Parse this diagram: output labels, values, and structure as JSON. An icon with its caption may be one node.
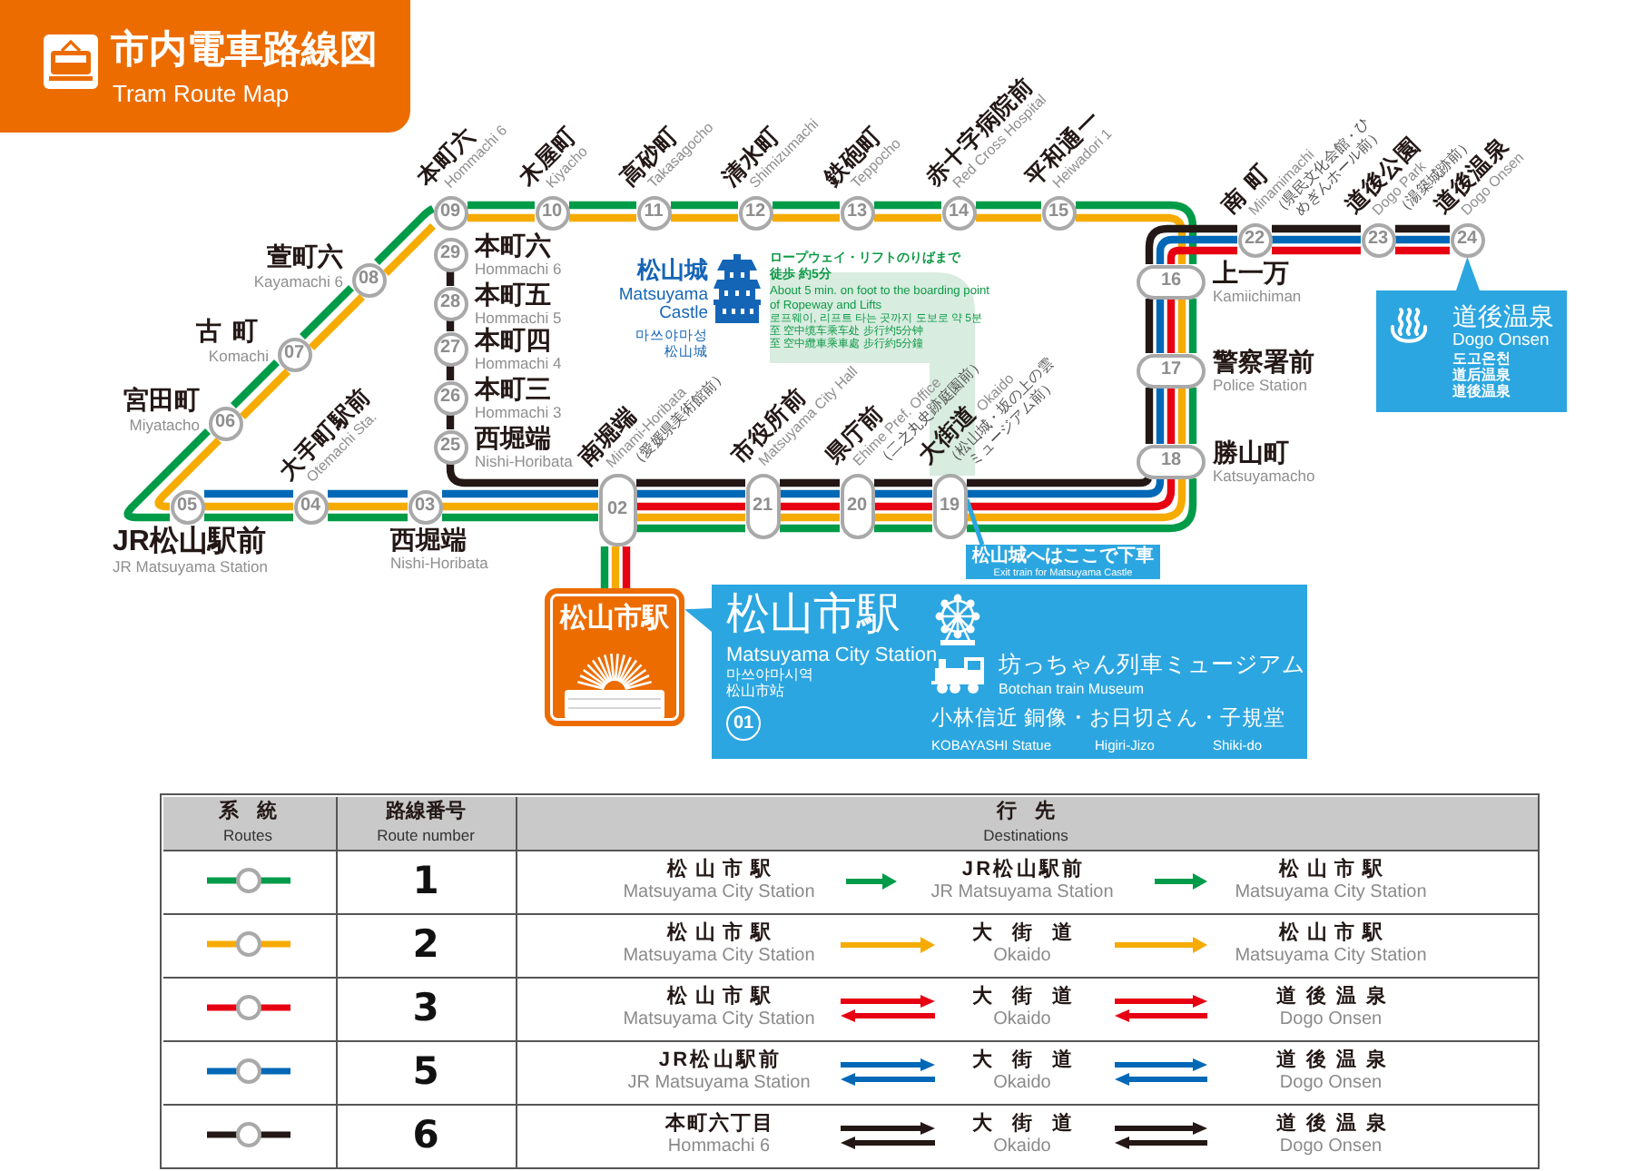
{
  "diagram": {
    "title": "市内電車路線図",
    "nodes": [
      {
        "text": [
          "松山市駅"
        ]
      },
      {
        "text": [
          "02"
        ],
        "beside": [
          "南堀端",
          "Minami-Horibata",
          "（愛媛県美術館前）"
        ]
      },
      {
        "text": [
          "03"
        ],
        "beside": [
          "西堀端",
          "Nishi-Horibata"
        ]
      },
      {
        "text": [
          "04"
        ],
        "beside": [
          "大手町駅前",
          "Otemachi Sta."
        ]
      },
      {
        "text": [
          "05"
        ],
        "beside": [
          "JR松山駅前",
          "JR Matsuyama Station"
        ]
      },
      {
        "text": [
          "06"
        ],
        "beside": [
          "宮田町",
          "Miyatacho"
        ]
      },
      {
        "text": [
          "07"
        ],
        "beside": [
          "古町",
          "Komachi"
        ]
      },
      {
        "text": [
          "08"
        ],
        "beside": [
          "萱町六",
          "Kayamachi 6"
        ]
      },
      {
        "text": [
          "09"
        ],
        "beside": [
          "本町六",
          "Hommachi 6"
        ]
      },
      {
        "text": [
          "10"
        ],
        "beside": [
          "木屋町",
          "Kiyacho"
        ]
      },
      {
        "text": [
          "11"
        ],
        "beside": [
          "高砂町",
          "Takasagocho"
        ]
      },
      {
        "text": [
          "12"
        ],
        "beside": [
          "清水町",
          "Shimizumachi"
        ]
      },
      {
        "text": [
          "13"
        ],
        "beside": [
          "鉄砲町",
          "Teppocho"
        ]
      },
      {
        "text": [
          "14"
        ],
        "beside": [
          "赤十字病院前",
          "Red Cross Hospital"
        ]
      },
      {
        "text": [
          "15"
        ],
        "beside": [
          "平和通一",
          "Heiwadori 1"
        ]
      },
      {
        "text": [
          "16"
        ],
        "beside": [
          "上一万",
          "Kamiichiman"
        ]
      },
      {
        "text": [
          "17"
        ],
        "beside": [
          "警察署前",
          "Police Station"
        ]
      },
      {
        "text": [
          "18"
        ],
        "beside": [
          "勝山町",
          "Katsuyamacho"
        ]
      },
      {
        "text": [
          "19"
        ],
        "beside": [
          "大街道",
          "Okaido",
          "（松山城・坂の上の雲ミュージアム前）"
        ]
      },
      {
        "text": [
          "20"
        ],
        "beside": [
          "県庁前",
          "Ehime Pref. Office",
          "（二之丸史跡庭園前）"
        ]
      },
      {
        "text": [
          "21"
        ],
        "beside": [
          "市役所前",
          "Matsuyama City Hall"
        ]
      },
      {
        "text": [
          "22"
        ],
        "beside": [
          "南町",
          "Minamimachi",
          "（県民文化会館・ひめぎんホール前）"
        ]
      },
      {
        "text": [
          "23"
        ],
        "beside": [
          "道後公園",
          "Dogo Park",
          "（湯築城跡前）"
        ]
      },
      {
        "text": [
          "24"
        ],
        "beside": [
          "道後温泉",
          "Dogo Onsen"
        ]
      },
      {
        "text": [
          "25"
        ],
        "beside": [
          "西堀端",
          "Nishi-Horibata"
        ]
      },
      {
        "text": [
          "26"
        ],
        "beside": [
          "本町三",
          "Hommachi 3"
        ]
      },
      {
        "text": [
          "27"
        ],
        "beside": [
          "本町四",
          "Hommachi 4"
        ]
      },
      {
        "text": [
          "28"
        ],
        "beside": [
          "本町五",
          "Hommachi 5"
        ]
      },
      {
        "text": [
          "29"
        ],
        "beside": [
          "本町六",
          "Hommachi 6"
        ]
      },
      {
        "text": [
          "松山市駅",
          "Matsuyama City Station",
          "마쓰야마시역",
          "松山市站",
          "01",
          "坊っちゃん列車ミュージアム",
          "Botchan train Museum",
          "小林信近 銅像・お日切さん・子規堂",
          "KOBAYASHI Statue",
          "Higiri-Jizo",
          "Shiki-do"
        ]
      },
      {
        "text": [
          "道後温泉",
          "Dogo Onsen",
          "도고온천",
          "道后温泉",
          "道後温泉"
        ]
      },
      {
        "text": [
          "松山城へはここで下車",
          "Exit train for Matsuyama Castle"
        ]
      }
    ],
    "edges": [
      {
        "from": 1,
        "to": 2,
        "arrow": "none",
        "color": "#009b48"
      },
      {
        "from": 2,
        "to": 3,
        "arrow": "none",
        "color": "#009b48"
      },
      {
        "from": 3,
        "to": 4,
        "arrow": "none",
        "color": "#009b48"
      },
      {
        "from": 4,
        "to": 5,
        "arrow": "none",
        "color": "#009b48"
      },
      {
        "from": 5,
        "to": 6,
        "arrow": "none",
        "color": "#009b48"
      },
      {
        "from": 6,
        "to": 7,
        "arrow": "none",
        "color": "#009b48"
      },
      {
        "from": 7,
        "to": 8,
        "arrow": "none",
        "color": "#009b48"
      },
      {
        "from": 8,
        "to": 9,
        "arrow": "none",
        "color": "#009b48"
      },
      {
        "from": 9,
        "to": 10,
        "arrow": "none",
        "color": "#009b48"
      },
      {
        "from": 10,
        "to": 11,
        "arrow": "none",
        "color": "#009b48"
      },
      {
        "from": 11,
        "to": 12,
        "arrow": "none",
        "color": "#009b48"
      },
      {
        "from": 12,
        "to": 13,
        "arrow": "none",
        "color": "#009b48"
      },
      {
        "from": 13,
        "to": 14,
        "arrow": "none",
        "color": "#009b48"
      },
      {
        "from": 14,
        "to": 15,
        "arrow": "none",
        "color": "#009b48"
      },
      {
        "from": 15,
        "to": 16,
        "arrow": "none",
        "color": "#009b48"
      },
      {
        "from": 16,
        "to": 17,
        "arrow": "none",
        "color": "#009b48"
      },
      {
        "from": 17,
        "to": 18,
        "arrow": "none",
        "color": "#009b48"
      },
      {
        "from": 18,
        "to": 19,
        "arrow": "none",
        "color": "#009b48"
      },
      {
        "from": 19,
        "to": 20,
        "arrow": "none",
        "color": "#009b48"
      },
      {
        "from": 20,
        "to": 1,
        "arrow": "none",
        "color": "#009b48"
      },
      {
        "from": 1,
        "to": 0,
        "arrow": "none",
        "color": "#009b48"
      },
      {
        "from": 1,
        "to": 2,
        "arrow": "none",
        "color": "#f6ab00"
      },
      {
        "from": 2,
        "to": 3,
        "arrow": "none",
        "color": "#f6ab00"
      },
      {
        "from": 3,
        "to": 4,
        "arrow": "none",
        "color": "#f6ab00"
      },
      {
        "from": 4,
        "to": 5,
        "arrow": "none",
        "color": "#f6ab00"
      },
      {
        "from": 5,
        "to": 6,
        "arrow": "none",
        "color": "#f6ab00"
      },
      {
        "from": 6,
        "to": 7,
        "arrow": "none",
        "color": "#f6ab00"
      },
      {
        "from": 7,
        "to": 8,
        "arrow": "none",
        "color": "#f6ab00"
      },
      {
        "from": 8,
        "to": 9,
        "arrow": "none",
        "color": "#f6ab00"
      },
      {
        "from": 9,
        "to": 10,
        "arrow": "none",
        "color": "#f6ab00"
      },
      {
        "from": 10,
        "to": 11,
        "arrow": "none",
        "color": "#f6ab00"
      },
      {
        "from": 11,
        "to": 12,
        "arrow": "none",
        "color": "#f6ab00"
      },
      {
        "from": 12,
        "to": 13,
        "arrow": "none",
        "color": "#f6ab00"
      },
      {
        "from": 13,
        "to": 14,
        "arrow": "none",
        "color": "#f6ab00"
      },
      {
        "from": 14,
        "to": 15,
        "arrow": "none",
        "color": "#f6ab00"
      },
      {
        "from": 15,
        "to": 16,
        "arrow": "none",
        "color": "#f6ab00"
      },
      {
        "from": 16,
        "to": 17,
        "arrow": "none",
        "color": "#f6ab00"
      },
      {
        "from": 17,
        "to": 18,
        "arrow": "none",
        "color": "#f6ab00"
      },
      {
        "from": 18,
        "to": 19,
        "arrow": "none",
        "color": "#f6ab00"
      },
      {
        "from": 19,
        "to": 20,
        "arrow": "none",
        "color": "#f6ab00"
      },
      {
        "from": 20,
        "to": 1,
        "arrow": "none",
        "color": "#f6ab00"
      },
      {
        "from": 1,
        "to": 0,
        "arrow": "none",
        "color": "#f6ab00"
      },
      {
        "from": 1,
        "to": 0,
        "arrow": "none",
        "color": "#e60012"
      },
      {
        "from": 1,
        "to": 20,
        "arrow": "none",
        "color": "#e60012"
      },
      {
        "from": 20,
        "to": 19,
        "arrow": "none",
        "color": "#e60012"
      },
      {
        "from": 19,
        "to": 18,
        "arrow": "none",
        "color": "#e60012"
      },
      {
        "from": 18,
        "to": 17,
        "arrow": "none",
        "color": "#e60012"
      },
      {
        "from": 17,
        "to": 16,
        "arrow": "none",
        "color": "#e60012"
      },
      {
        "from": 16,
        "to": 15,
        "arrow": "none",
        "color": "#e60012"
      },
      {
        "from": 15,
        "to": 21,
        "arrow": "none",
        "color": "#e60012"
      },
      {
        "from": 21,
        "to": 22,
        "arrow": "none",
        "color": "#e60012"
      },
      {
        "from": 22,
        "to": 23,
        "arrow": "none",
        "color": "#e60012"
      },
      {
        "from": 4,
        "to": 3,
        "arrow": "none",
        "color": "#0068b7"
      },
      {
        "from": 3,
        "to": 2,
        "arrow": "none",
        "color": "#0068b7"
      },
      {
        "from": 2,
        "to": 1,
        "arrow": "none",
        "color": "#0068b7"
      },
      {
        "from": 1,
        "to": 20,
        "arrow": "none",
        "color": "#0068b7"
      },
      {
        "from": 20,
        "to": 19,
        "arrow": "none",
        "color": "#0068b7"
      },
      {
        "from": 19,
        "to": 18,
        "arrow": "none",
        "color": "#0068b7"
      },
      {
        "from": 18,
        "to": 17,
        "arrow": "none",
        "color": "#0068b7"
      },
      {
        "from": 17,
        "to": 16,
        "arrow": "none",
        "color": "#0068b7"
      },
      {
        "from": 16,
        "to": 15,
        "arrow": "none",
        "color": "#0068b7"
      },
      {
        "from": 15,
        "to": 21,
        "arrow": "none",
        "color": "#0068b7"
      },
      {
        "from": 21,
        "to": 22,
        "arrow": "none",
        "color": "#0068b7"
      },
      {
        "from": 22,
        "to": 23,
        "arrow": "none",
        "color": "#0068b7"
      },
      {
        "from": 28,
        "to": 27,
        "arrow": "none",
        "color": "#231815"
      },
      {
        "from": 27,
        "to": 26,
        "arrow": "none",
        "color": "#231815"
      },
      {
        "from": 26,
        "to": 25,
        "arrow": "none",
        "color": "#231815"
      },
      {
        "from": 25,
        "to": 24,
        "arrow": "none",
        "color": "#231815"
      },
      {
        "from": 24,
        "to": 1,
        "arrow": "none",
        "color": "#231815"
      },
      {
        "from": 1,
        "to": 20,
        "arrow": "none",
        "color": "#231815"
      },
      {
        "from": 20,
        "to": 19,
        "arrow": "none",
        "color": "#231815"
      },
      {
        "from": 19,
        "to": 18,
        "arrow": "none",
        "color": "#231815"
      },
      {
        "from": 18,
        "to": 17,
        "arrow": "none",
        "color": "#231815"
      },
      {
        "from": 17,
        "to": 16,
        "arrow": "none",
        "color": "#231815"
      },
      {
        "from": 16,
        "to": 15,
        "arrow": "none",
        "color": "#231815"
      },
      {
        "from": 15,
        "to": 21,
        "arrow": "none",
        "color": "#231815"
      },
      {
        "from": 21,
        "to": 22,
        "arrow": "none",
        "color": "#231815"
      },
      {
        "from": 22,
        "to": 23,
        "arrow": "none",
        "color": "#231815"
      },
      {
        "from": 29,
        "to": 0,
        "arrow": "to",
        "color": "#2ca6e0"
      },
      {
        "from": 30,
        "to": 23,
        "arrow": "to",
        "color": "#2ca6e0"
      },
      {
        "from": 31,
        "to": 18,
        "arrow": "none",
        "color": "#2ca6e0"
      }
    ],
    "labels": [
      "Tram Route Map",
      "松山城",
      "Matsuyama Castle",
      "마쓰야마성",
      "松山城",
      "ロープウェイ・リフトのりばまで徒歩 約5分",
      "About 5 min. on foot to the boarding point of Ropeway and Lifts",
      "로프웨이, 리프트 타는 곳까지 도보로 약 5분",
      "至 空中缆车乘车处 步行约5分钟",
      "至 空中纜車乘車處 步行約5分鐘",
      "系統",
      "Routes",
      "路線番号",
      "Route number",
      "行先",
      "Destinations",
      "松山市駅",
      "Matsuyama City Station",
      "JR松山駅前",
      "JR Matsuyama Station",
      "松山市駅",
      "Matsuyama City Station",
      "松山市駅",
      "Matsuyama City Station",
      "大街道",
      "Okaido",
      "松山市駅",
      "Matsuyama City Station",
      "松山市駅",
      "Matsuyama City Station",
      "大街道",
      "Okaido",
      "道後温泉",
      "Dogo Onsen",
      "JR松山駅前",
      "JR Matsuyama Station",
      "大街道",
      "Okaido",
      "道後温泉",
      "Dogo Onsen",
      "本町六丁目",
      "Hommachi 6",
      "大街道",
      "Okaido",
      "道後温泉",
      "Dogo Onsen"
    ],
    "legend": [
      {
        "text": "1",
        "color": "#009b48"
      },
      {
        "text": "2",
        "color": "#f6ab00"
      },
      {
        "text": "3",
        "color": "#e60012"
      },
      {
        "text": "5",
        "color": "#0068b7"
      },
      {
        "text": "6",
        "color": "#231815"
      }
    ]
  }
}
